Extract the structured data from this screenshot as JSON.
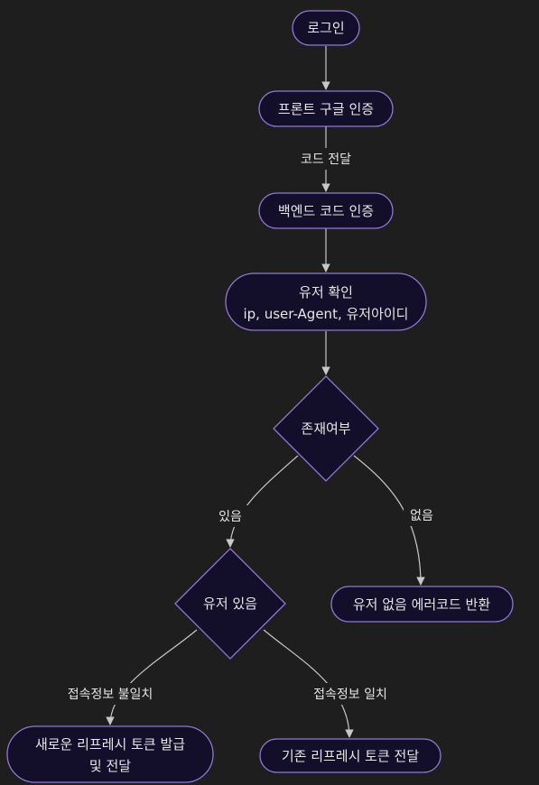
{
  "nodes": {
    "login": "로그인",
    "front_google_auth": "프론트 구글 인증",
    "backend_code_auth": "백엔드 코드 인증",
    "user_check": {
      "title": "유저 확인",
      "detail": "ip, user-Agent, 유저아이디"
    },
    "exists_decision": "존재여부",
    "user_exists_decision": "유저 있음",
    "no_user_error": "유저 없음 에러코드 반환",
    "new_refresh_token": {
      "line1": "새로운 리프레시 토큰 발급",
      "line2": "및 전달"
    },
    "existing_refresh_token": "기존 리프레시 토큰 전달"
  },
  "edges": {
    "code_pass": "코드 전달",
    "exists": "있음",
    "not_exists": "없음",
    "info_mismatch": "접속정보 불일치",
    "info_match": "접속정보 일치"
  }
}
